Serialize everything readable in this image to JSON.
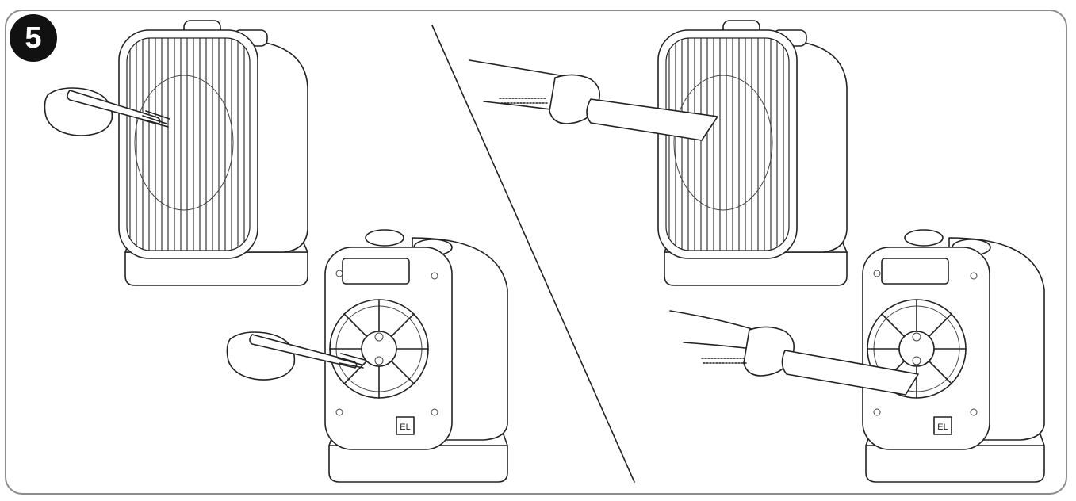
{
  "step": {
    "number": "5"
  },
  "panel_right": {
    "sticker_label": "EL"
  },
  "panel_left": {
    "sticker_label": "EL"
  }
}
